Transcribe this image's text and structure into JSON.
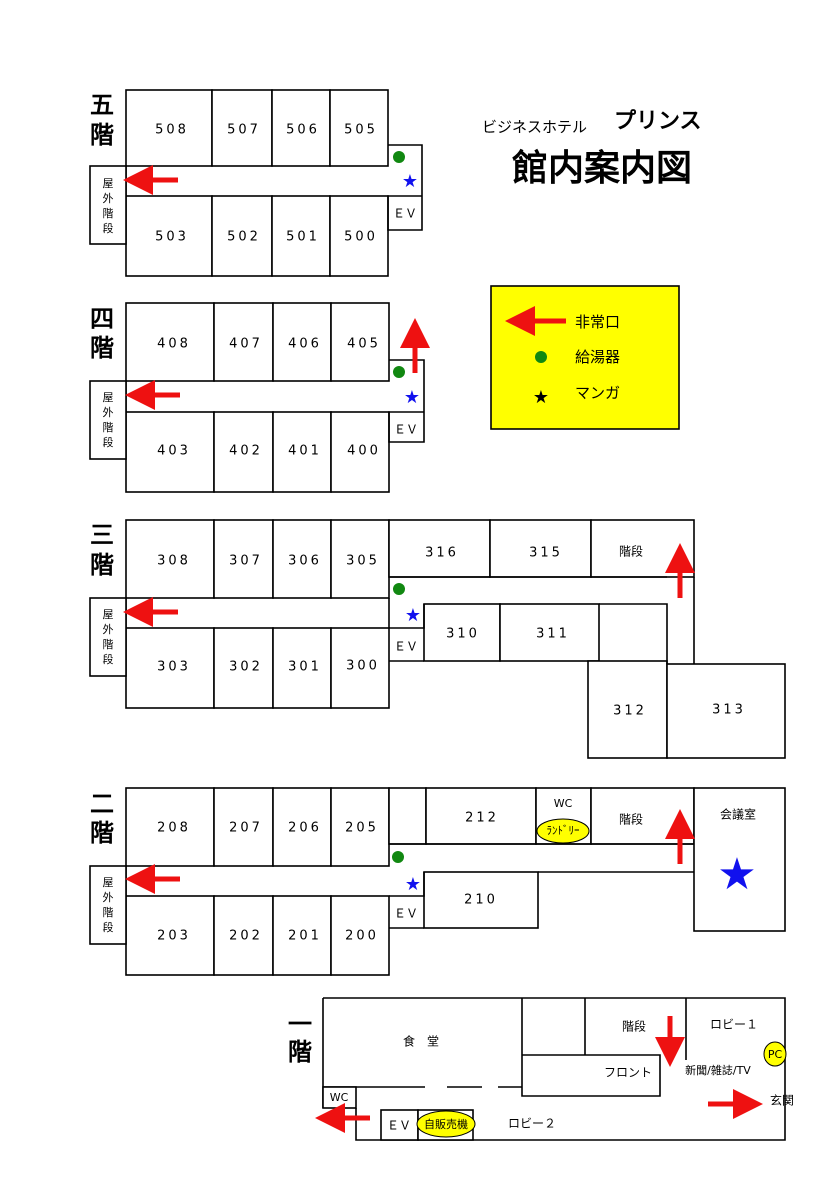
{
  "header": {
    "subtitle": "ビジネスホテル",
    "hotel_name": "プリンス",
    "title": "館内案内図"
  },
  "legend": {
    "background_color": "#ffff00",
    "items": [
      {
        "icon": "red-arrow-icon",
        "label": "非常口"
      },
      {
        "icon": "green-dot-icon",
        "label": "給湯器"
      },
      {
        "icon": "black-star-icon",
        "label": "マンガ"
      }
    ]
  },
  "colors": {
    "emergency_exit": "#ee1111",
    "water_heater": "#118811",
    "manga": "#1111ee",
    "highlight": "#ffff00"
  },
  "floors": {
    "f5": {
      "label": "五\n階",
      "rooms_top": [
        "508",
        "507",
        "506",
        "505"
      ],
      "rooms_bottom": [
        "503",
        "502",
        "501",
        "500"
      ],
      "outdoor_stairs": "屋\n外\n階\n段",
      "elevator": "ＥＶ"
    },
    "f4": {
      "label": "四\n階",
      "rooms_top": [
        "408",
        "407",
        "406",
        "405"
      ],
      "rooms_bottom": [
        "403",
        "402",
        "401",
        "400"
      ],
      "outdoor_stairs": "屋\n外\n階\n段",
      "elevator": "ＥＶ"
    },
    "f3": {
      "label": "三\n階",
      "rooms_top": [
        "308",
        "307",
        "306",
        "305",
        "316",
        "315"
      ],
      "rooms_bottom": [
        "303",
        "302",
        "301",
        "300"
      ],
      "rooms_mid": [
        "310",
        "311"
      ],
      "rooms_annex": [
        "312",
        "313"
      ],
      "stairs": "階段",
      "outdoor_stairs": "屋\n外\n階\n段",
      "elevator": "ＥＶ"
    },
    "f2": {
      "label": "二\n階",
      "rooms_top": [
        "208",
        "207",
        "206",
        "205",
        "212"
      ],
      "rooms_bottom": [
        "203",
        "202",
        "201",
        "200"
      ],
      "rooms_mid": [
        "210"
      ],
      "wc": "WC",
      "laundry": "ﾗﾝﾄﾞﾘｰ",
      "stairs": "階段",
      "meeting_room": "会議室",
      "outdoor_stairs": "屋\n外\n階\n段",
      "elevator": "ＥＶ"
    },
    "f1": {
      "label": "一\n階",
      "dining": "食　堂",
      "stairs": "階段",
      "lobby1": "ロビー１",
      "pc": "PC",
      "front": "フロント",
      "news": "新聞/雑誌/TV",
      "entrance": "玄関",
      "wc": "WC",
      "elevator": "ＥＶ",
      "vending": "自販売機",
      "lobby2": "ロビー２"
    }
  }
}
